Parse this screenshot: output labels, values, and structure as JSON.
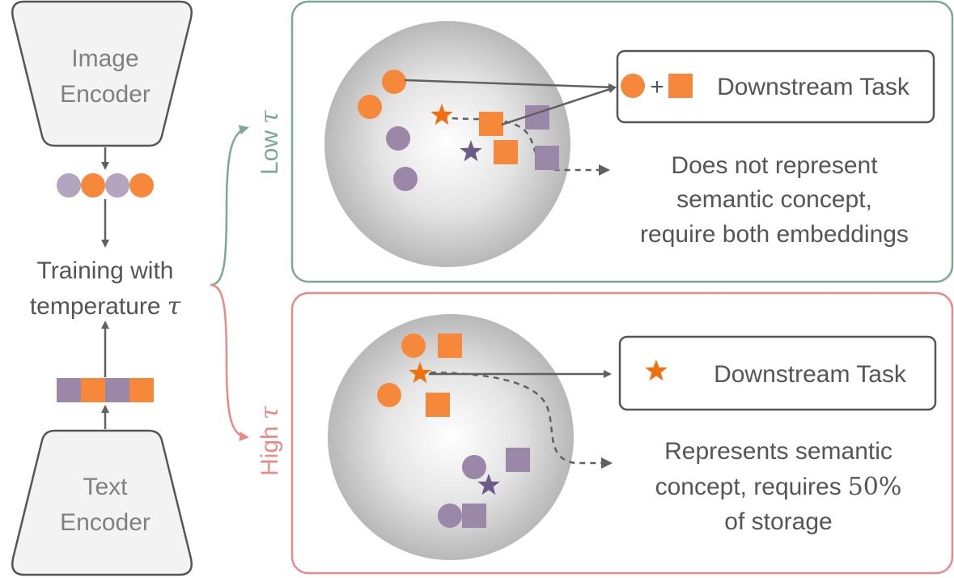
{
  "encoders": {
    "image": {
      "line1": "Image",
      "line2": "Encoder"
    },
    "text": {
      "line1": "Text",
      "line2": "Encoder"
    }
  },
  "training": {
    "line1": "Training with",
    "line2": "temperature",
    "symbol": "τ"
  },
  "branches": {
    "low": {
      "label": "Low",
      "symbol": "τ",
      "color": "#7aa894"
    },
    "high": {
      "label": "High",
      "symbol": "τ",
      "color": "#e8898a"
    }
  },
  "low_panel": {
    "task_plus": "+",
    "task_label": "Downstream Task",
    "note": [
      "Does not represent",
      "semantic concept,",
      "require both embeddings"
    ]
  },
  "high_panel": {
    "task_label": "Downstream Task",
    "note_line1": "Represents semantic",
    "note_line2_prefix": "concept, requires",
    "note_line2_math": "50%",
    "note_line3": "of storage"
  },
  "colors": {
    "orange": "#f5883b",
    "star_orange": "#f07010",
    "purple": "#9b87a8",
    "star_purple": "#6e5a86",
    "arrow": "#606060",
    "text": "#555555",
    "encoder_text": "#808080",
    "encoder_fill": "#f3f3f3"
  }
}
